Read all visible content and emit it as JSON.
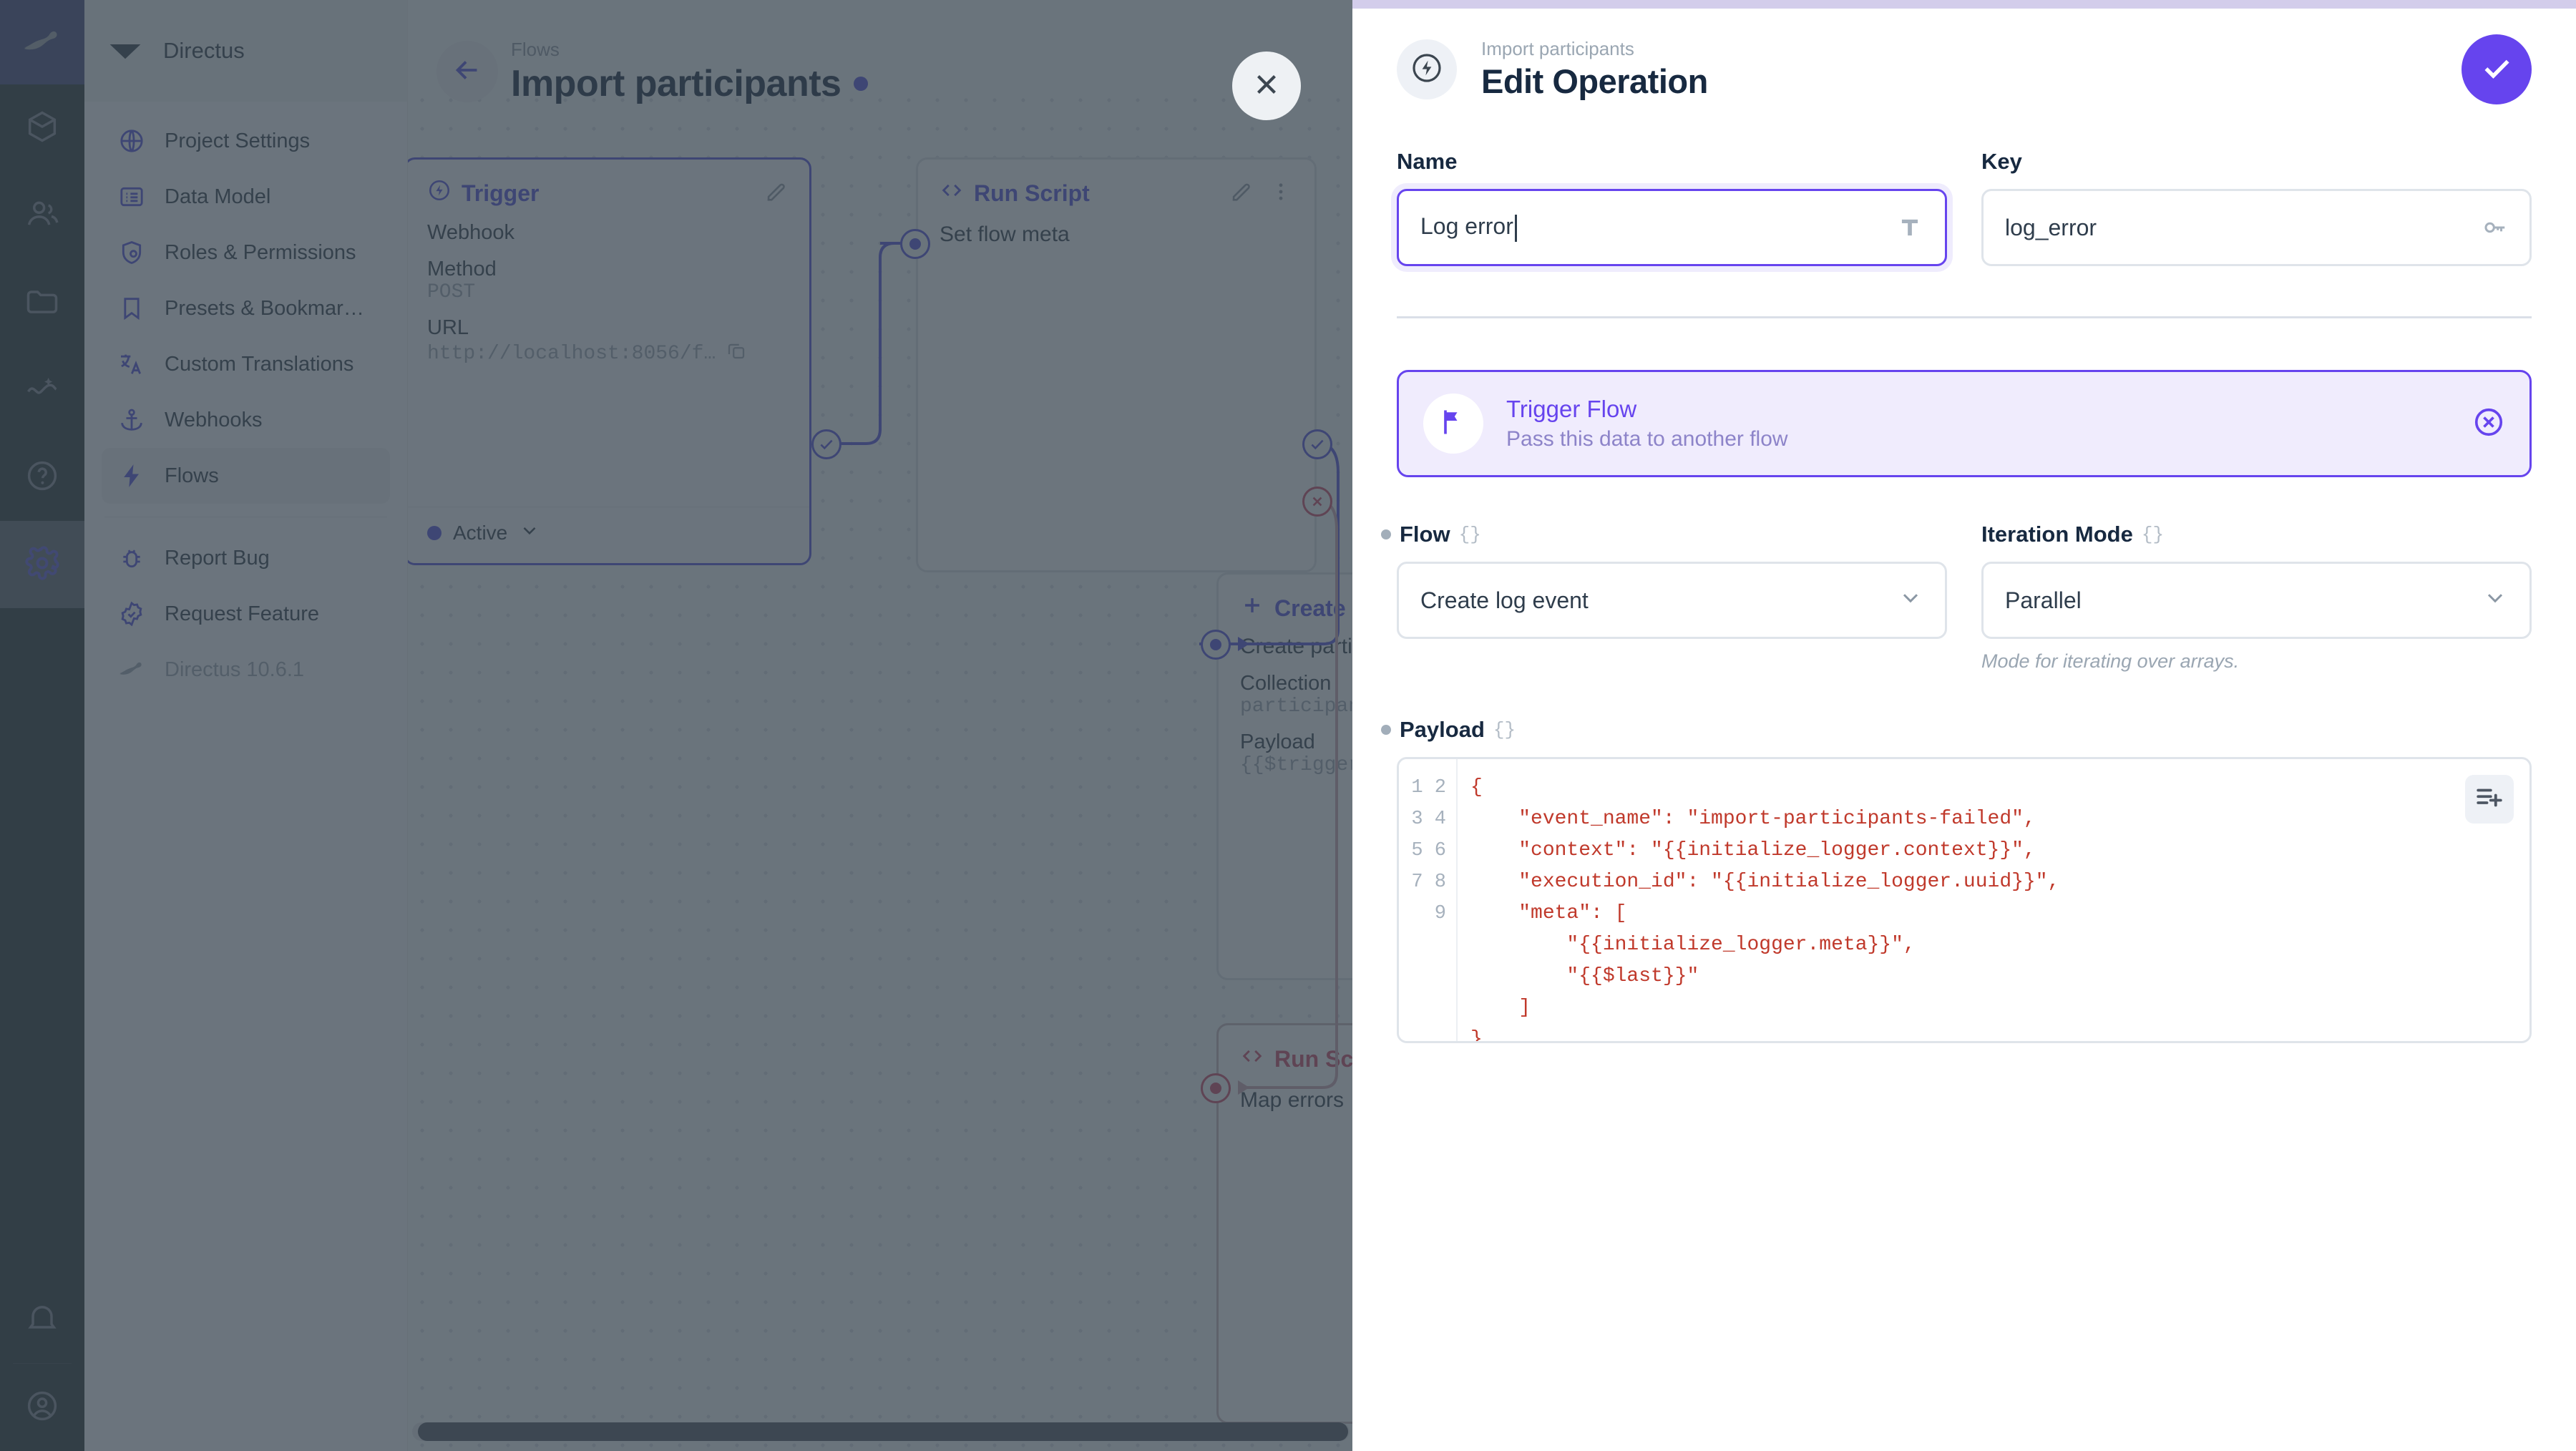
{
  "module_bar": {
    "logo_icon": "directus-rabbit-logo",
    "items": [
      {
        "name": "content",
        "icon": "box-icon",
        "active": false
      },
      {
        "name": "users",
        "icon": "users-icon",
        "active": false
      },
      {
        "name": "files",
        "icon": "folder-icon",
        "active": false
      },
      {
        "name": "insights",
        "icon": "insights-icon",
        "active": false
      },
      {
        "name": "docs",
        "icon": "question-circle-icon",
        "active": false
      },
      {
        "name": "settings",
        "icon": "gear-icon",
        "active": true
      }
    ],
    "bottom": [
      {
        "name": "notifications",
        "icon": "bell-icon"
      },
      {
        "name": "account",
        "icon": "account-circle-icon"
      }
    ]
  },
  "sidebar": {
    "project_name": "Directus",
    "project_logo_icon": "directus-mark-icon",
    "items": [
      {
        "label": "Project Settings",
        "icon": "globe-icon",
        "active": false
      },
      {
        "label": "Data Model",
        "icon": "list-box-icon",
        "active": false
      },
      {
        "label": "Roles & Permissions",
        "icon": "shield-icon",
        "active": false
      },
      {
        "label": "Presets & Bookmar…",
        "icon": "bookmark-icon",
        "active": false
      },
      {
        "label": "Custom Translations",
        "icon": "translate-icon",
        "active": false
      },
      {
        "label": "Webhooks",
        "icon": "anchor-icon",
        "active": false
      },
      {
        "label": "Flows",
        "icon": "bolt-icon",
        "active": true
      }
    ],
    "secondary_items": [
      {
        "label": "Report Bug",
        "icon": "bug-icon"
      },
      {
        "label": "Request Feature",
        "icon": "badge-check-icon"
      }
    ],
    "version": {
      "label": "Directus 10.6.1",
      "icon": "directus-rabbit-icon"
    }
  },
  "flow_canvas": {
    "back_icon": "arrow-left-icon",
    "breadcrumb": "Flows",
    "title": "Import participants",
    "status_dot_color": "#4f4fdb",
    "nodes": [
      {
        "name": "trigger-card",
        "title": "Trigger",
        "title_icon": "bolt-circle-icon",
        "edit_icon": "pencil-icon",
        "fields": [
          {
            "label": "Webhook",
            "value": ""
          },
          {
            "label": "Method",
            "value": "POST"
          },
          {
            "label": "URL",
            "value": "http://localhost:8056/f…",
            "copy_icon": "copy-icon"
          }
        ],
        "status": "Active",
        "status_caret_icon": "chevron-down-icon"
      },
      {
        "name": "run-script-card",
        "title": "Run Script",
        "title_icon": "code-brackets-icon",
        "edit_icon": "pencil-icon",
        "more_icon": "kebab-menu-icon",
        "subtitle": "Set flow meta"
      },
      {
        "name": "create-data-card",
        "add_label": "Create Data",
        "add_icon": "plus-icon",
        "subtitle": "Create participan…",
        "fields": [
          {
            "label": "Collection",
            "value": "participants"
          },
          {
            "label": "Payload",
            "value": "{{$trigger.bod…"
          }
        ]
      },
      {
        "name": "map-errors-card",
        "title": "Run Script",
        "title_icon": "code-brackets-icon",
        "subtitle": "Map errors"
      }
    ]
  },
  "close_button": {
    "icon": "close-icon"
  },
  "drawer": {
    "progress_color": "#d3cdeb",
    "header": {
      "icon": "bolt-circle-icon",
      "eyebrow": "Import participants",
      "title": "Edit Operation",
      "save_icon": "check-icon",
      "save_color": "#6644ee"
    },
    "name_field": {
      "label": "Name",
      "value": "Log error",
      "icon": "text-format-icon",
      "focused": true
    },
    "key_field": {
      "label": "Key",
      "value": "log_error",
      "icon": "key-icon"
    },
    "operation_banner": {
      "icon": "flag-icon",
      "title": "Trigger Flow",
      "subtitle": "Pass this data to another flow",
      "clear_icon": "close-circle-icon"
    },
    "flow_field": {
      "label": "Flow",
      "template_marker": "{}",
      "required": true,
      "value": "Create log event",
      "chevron_icon": "chevron-down-icon"
    },
    "iteration_field": {
      "label": "Iteration Mode",
      "template_marker": "{}",
      "required": false,
      "value": "Parallel",
      "chevron_icon": "chevron-down-icon",
      "hint": "Mode for iterating over arrays."
    },
    "payload_field": {
      "label": "Payload",
      "template_marker": "{}",
      "required": true,
      "format_icon": "format-code-icon",
      "line_numbers": [
        "1",
        "2",
        "3",
        "4",
        "5",
        "6",
        "7",
        "8",
        "9"
      ],
      "code": "{\n    \"event_name\": \"import-participants-failed\",\n    \"context\": \"{{initialize_logger.context}}\",\n    \"execution_id\": \"{{initialize_logger.uuid}}\",\n    \"meta\": [\n        \"{{initialize_logger.meta}}\",\n        \"{{$last}}\"\n    ]\n}"
    }
  },
  "colors": {
    "accent": "#6644ee",
    "flow_accent": "#4f4fdb",
    "error": "#c44a6a",
    "code_string": "#c0392b",
    "dark_rail": "#263238"
  }
}
